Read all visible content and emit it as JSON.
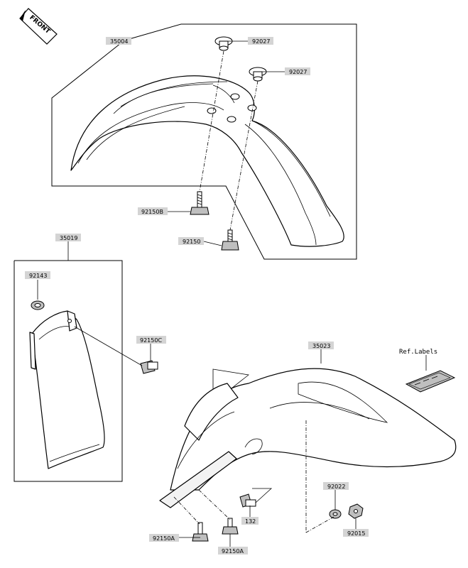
{
  "front_marker": "FRONT",
  "ref_labels_title": "Ref.Labels",
  "labels": {
    "l35004": "35004",
    "l92027a": "92027",
    "l92027b": "92027",
    "l92150b": "92150B",
    "l92150": "92150",
    "l35019": "35019",
    "l92143": "92143",
    "l92150c": "92150C",
    "l35023": "35023",
    "l92022": "92022",
    "l132": "132",
    "l92015": "92015",
    "l92150a1": "92150A",
    "l92150a2": "92150A"
  }
}
